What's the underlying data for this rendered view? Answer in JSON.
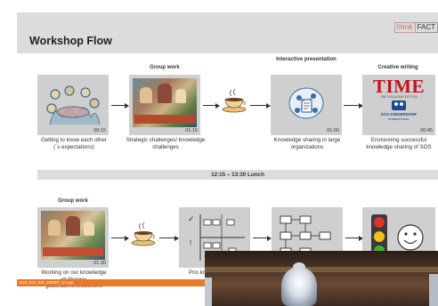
{
  "header": {
    "logo_part1": "think",
    "logo_part2": "FACT",
    "title": "Workshop Flow"
  },
  "row1": {
    "steps": [
      {
        "label": "",
        "time": "00:15",
        "caption": "Getting to know each other (´s expectations)"
      },
      {
        "label": "Group work",
        "time": "01:15",
        "caption": "Strategic challenges/ knowledge challenges"
      },
      {
        "label": "Interactive presentation",
        "time": "01:00",
        "caption": "Knowledge sharing in large organizations"
      },
      {
        "label": "Creative writing",
        "time": "00:45",
        "caption": "Envisioning successful knowledge sharing of SOS"
      }
    ],
    "time_logo": "TIME",
    "time_sub": "ONE MAGAZINE EDITION",
    "sos": "SOS KINDERDORF",
    "sos_sub": "INTERNATIONAL"
  },
  "lunch": {
    "text": "12:15 – 13:30 Lunch"
  },
  "row2": {
    "steps": [
      {
        "label": "Group work",
        "time": "01:30",
        "caption": "Working on our knowledge challenges goals/barriers/solutions"
      },
      {
        "label": "",
        "time": "",
        "caption": "Prio knowle"
      }
    ],
    "matrix_marks": [
      "✓",
      "!"
    ]
  },
  "footer": {
    "text": "SOS_KM_WS_260907_V1.ppt"
  },
  "colors": {
    "footer": "#e8782a",
    "time_red": "#c4121a",
    "sos_blue": "#1d4b8f",
    "band": "#dcdcdc"
  },
  "icons": [
    "people-sketch-icon",
    "coffee-cup-icon",
    "network-person-icon",
    "matrix-icon",
    "flowchart-icon",
    "traffic-light-icon",
    "smiley-icon"
  ]
}
